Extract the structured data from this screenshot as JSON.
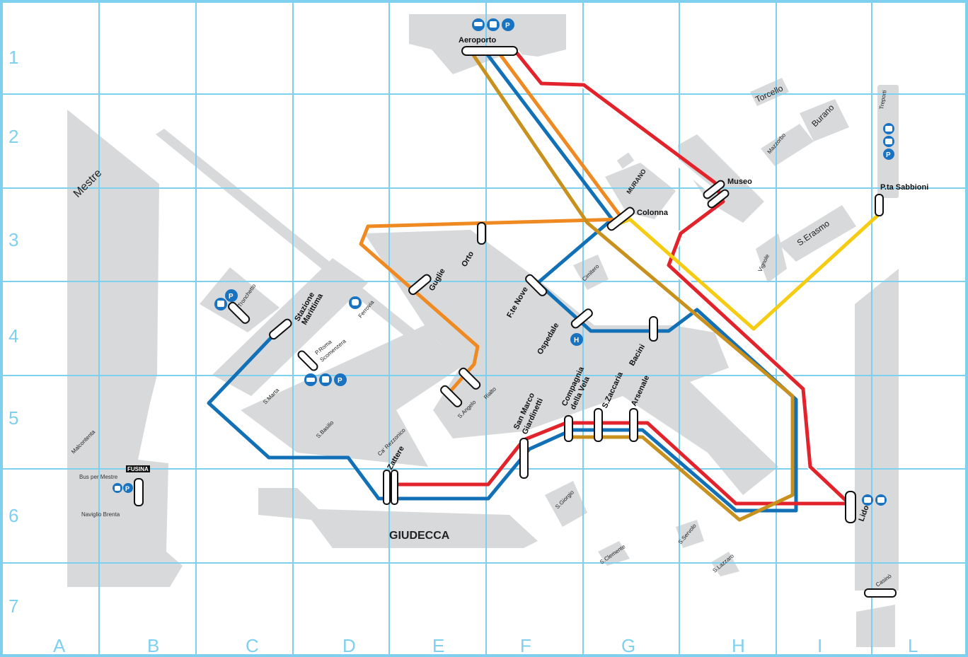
{
  "grid": {
    "columns": [
      "A",
      "B",
      "C",
      "D",
      "E",
      "F",
      "G",
      "H",
      "I",
      "L"
    ],
    "rows": [
      "1",
      "2",
      "3",
      "4",
      "5",
      "6",
      "7"
    ]
  },
  "colors": {
    "red": "#e3232b",
    "blue": "#1270b6",
    "orange": "#ef8a22",
    "gold": "#c8901d",
    "yellow": "#f6cc12",
    "grid": "#7fd0ef",
    "land": "#d8d9da",
    "icon": "#1a73c0"
  },
  "areas": {
    "mestre": "Mestre",
    "giudecca": "GIUDECCA",
    "murano": "MURANO",
    "torcello": "Torcello",
    "burano": "Burano",
    "mazzorbo": "Mazzorbo",
    "serasmo": "S.Erasmo",
    "vignole": "Vignole",
    "cimitero": "Cimitero",
    "treporti": "Treporti",
    "sgiorgio": "S.Giorgio",
    "sclemente": "S.Clemente",
    "sservolo": "S.Servolo",
    "slazzaro": "S.Lazzaro",
    "malcontenta": "Malcontenta",
    "bus_mestre": "Bus per Mestre",
    "naviglio": "Naviglio Brenta",
    "ferrovia": "Ferrovia",
    "tronchetto": "Tronchetto",
    "smarta": "S.Marta",
    "sbasilio": "S.Basilio",
    "caRezzonico": "Ca' Rezzonico",
    "sangelo": "S.Angelo",
    "rialto": "Rialto",
    "proma_line1": "P.Roma",
    "proma_line2": "Scomenzera"
  },
  "stops": {
    "aeroporto": "Aeroporto",
    "museo": "Museo",
    "colonna": "Colonna",
    "ptaSabbioni": "P.ta Sabbioni",
    "orto": "Orto",
    "guglie": "Guglie",
    "ftenove": "F.te Nove",
    "ospedale": "Ospedale",
    "bacini": "Bacini",
    "stazione_line1": "Stazione",
    "stazione_line2": "Marittima",
    "zattere": "Zattere",
    "sanmarco_line1": "San Marco",
    "sanmarco_line2": "Giardinetti",
    "compagnia_line1": "Compagnia",
    "compagnia_line2": "della Vela",
    "szaccaria": "S.Zaccaria",
    "arsenale": "Arsenale",
    "lido": "Lido",
    "casino": "Casinò",
    "fusina": "FUSINA"
  },
  "icons": {
    "car": "car-icon",
    "bus": "bus-icon",
    "parking": "P",
    "hospital": "H",
    "train": "train-icon"
  }
}
